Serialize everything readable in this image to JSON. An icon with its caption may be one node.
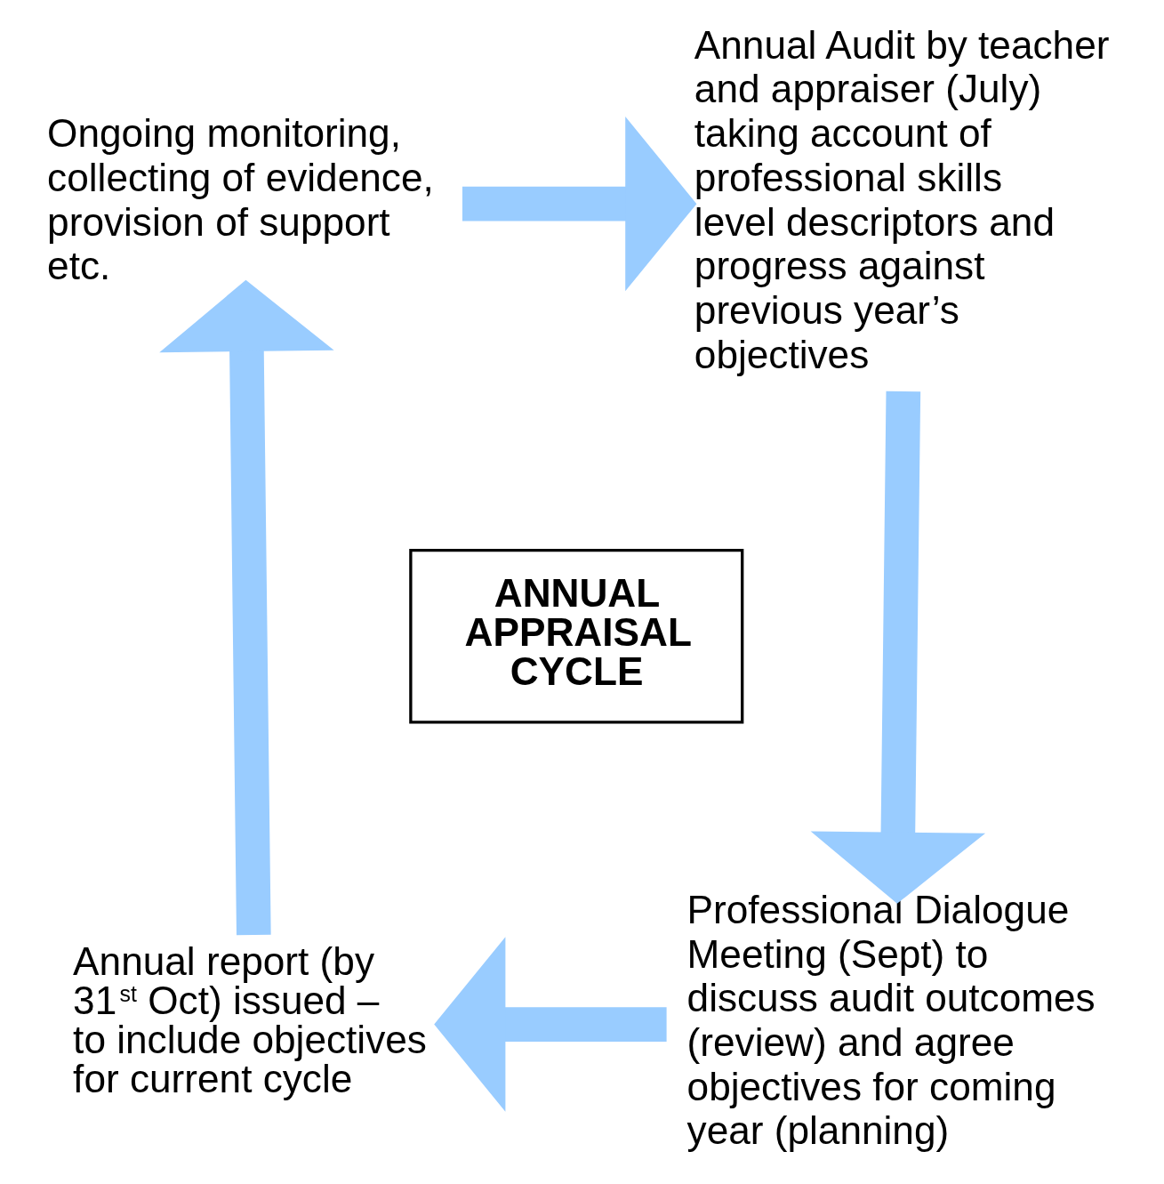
{
  "diagram": {
    "nodes": [
      {
        "text": [
          "ANNUAL APPRAISAL CYCLE"
        ]
      },
      {
        "text": [
          "Ongoing monitoring, collecting of evidence, provision of support etc."
        ]
      },
      {
        "text": [
          "Annual Audit by teacher and appraiser (July) taking account of professional skills level descriptors and progress against previous year’s objectives"
        ]
      },
      {
        "text": [
          "Professional Dialogue Meeting (Sept) to discuss audit outcomes (review) and agree objectives for coming year (planning)"
        ]
      },
      {
        "text": [
          "Annual report (by 31$^{st}$ Oct) issued – to include objectives for current cycle"
        ]
      }
    ],
    "edges": [
      {
        "from": 1,
        "to": 2,
        "arrow": "to"
      },
      {
        "from": 2,
        "to": 3,
        "arrow": "to"
      },
      {
        "from": 3,
        "to": 4,
        "arrow": "to"
      },
      {
        "from": 4,
        "to": 1,
        "arrow": "to"
      }
    ]
  }
}
